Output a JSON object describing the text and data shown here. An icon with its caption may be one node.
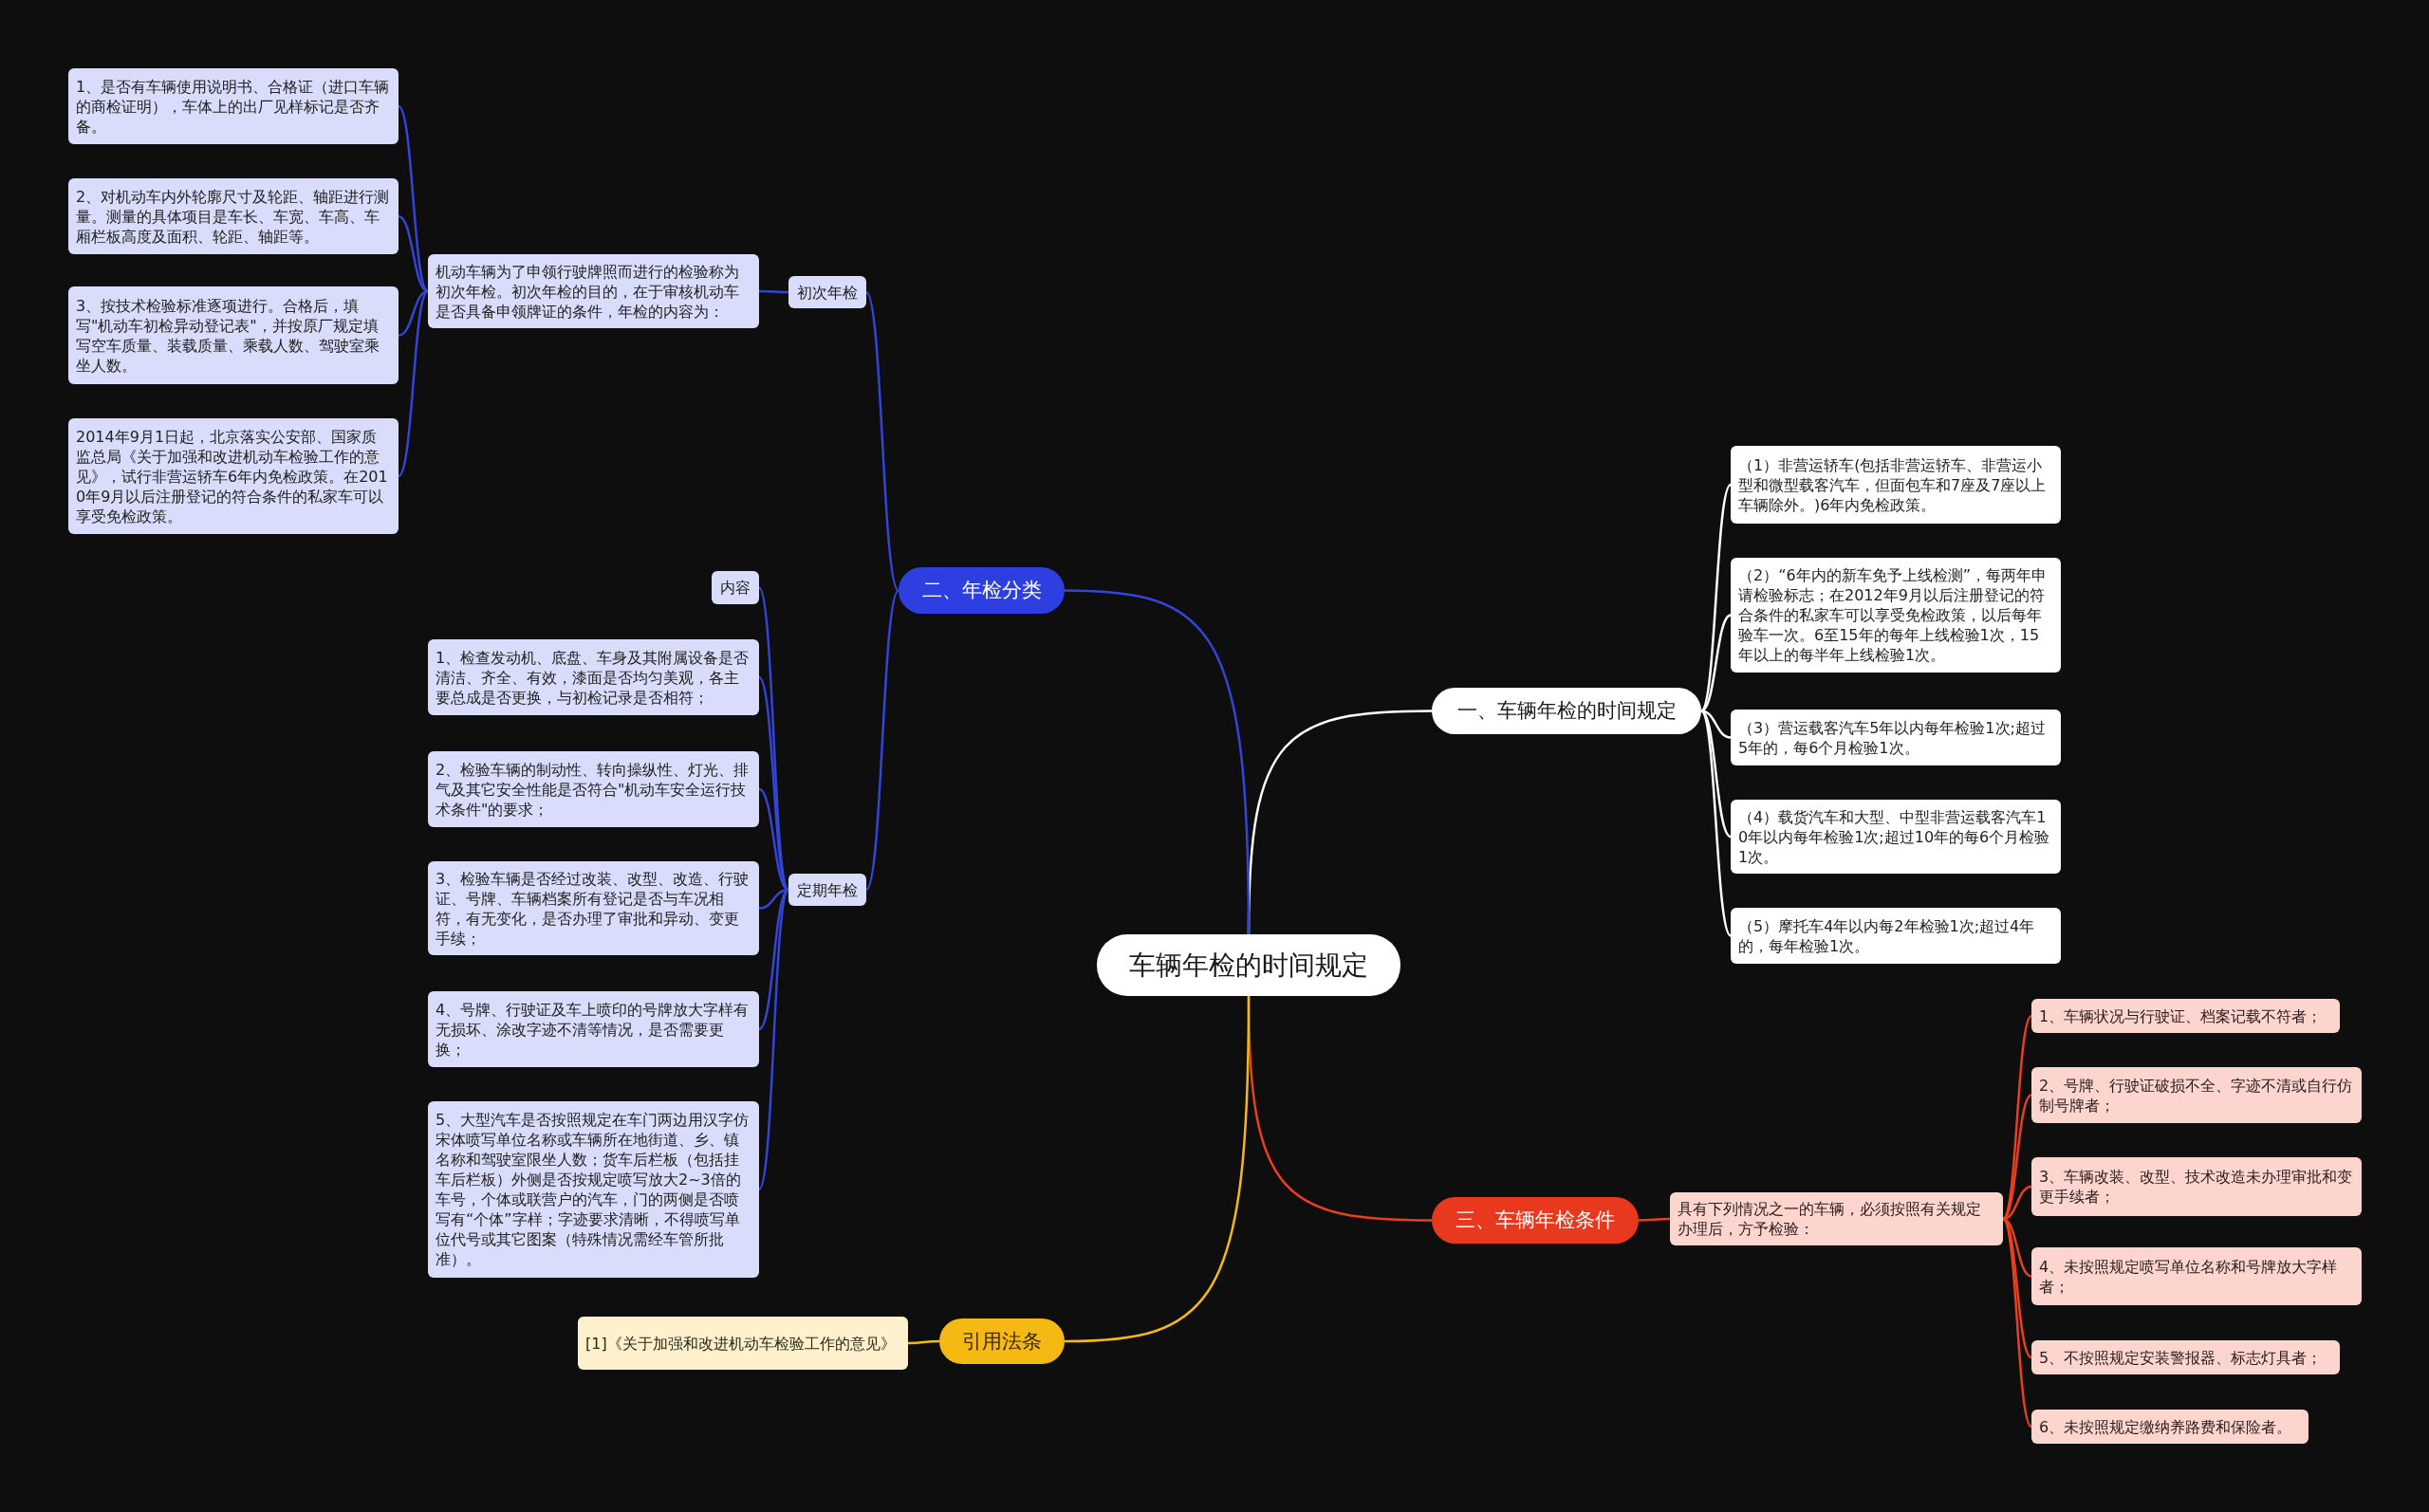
{
  "diagram": {
    "nodes": [
      {
        "text": [
          "车辆年检的时间规定"
        ]
      },
      {
        "text": [
          "一、车辆年检的时间规定"
        ]
      },
      {
        "text": [
          "（1）非营运轿车(包括非营运轿车、非营运小型和微型载客汽车，但面包车和7座及7座以上车辆除外。)6年内免检政策。"
        ]
      },
      {
        "text": [
          "（2）“6年内的新车免予上线检测”，每两年申请检验标志；在2012年9月以后注册登记的符合条件的私家车可以享受免检政策，以后每年验车一次。6至15年的每年上线检验1次，15年以上的每半年上线检验1次。"
        ]
      },
      {
        "text": [
          "（3）营运载客汽车5年以内每年检验1次;超过5年的，每6个月检验1次。"
        ]
      },
      {
        "text": [
          "（4）载货汽车和大型、中型非营运载客汽车10年以内每年检验1次;超过10年的每6个月检验1次。"
        ]
      },
      {
        "text": [
          "（5）摩托车4年以内每2年检验1次;超过4年的，每年检验1次。"
        ]
      },
      {
        "text": [
          "二、年检分类"
        ]
      },
      {
        "text": [
          "初次年检"
        ]
      },
      {
        "text": [
          "机动车辆为了申领行驶牌照而进行的检验称为初次年检。初次年检的目的，在于审核机动车是否具备申领牌证的条件，年检的内容为："
        ]
      },
      {
        "text": [
          "1、是否有车辆使用说明书、合格证（进口车辆的商检证明），车体上的出厂见样标记是否齐备。"
        ]
      },
      {
        "text": [
          "2、对机动车内外轮廓尺寸及轮距、轴距进行测量。测量的具体项目是车长、车宽、车高、车厢栏板高度及面积、轮距、轴距等。"
        ]
      },
      {
        "text": [
          "3、按技术检验标准逐项进行。合格后，填写\"机动车初检异动登记表\"，并按原厂规定填写空车质量、装载质量、乘载人数、驾驶室乘坐人数。"
        ]
      },
      {
        "text": [
          "2014年9月1日起，北京落实公安部、国家质监总局《关于加强和改进机动车检验工作的意见》，试行非营运轿车6年内免检政策。在2010年9月以后注册登记的符合条件的私家车可以享受免检政策。"
        ]
      },
      {
        "text": [
          "定期年检"
        ]
      },
      {
        "text": [
          "内容"
        ]
      },
      {
        "text": [
          "1、检查发动机、底盘、车身及其附属设备是否清洁、齐全、有效，漆面是否均匀美观，各主要总成是否更换，与初检记录是否相符；"
        ]
      },
      {
        "text": [
          "2、检验车辆的制动性、转向操纵性、灯光、排气及其它安全性能是否符合\"机动车安全运行技术条件\"的要求；"
        ]
      },
      {
        "text": [
          "3、检验车辆是否经过改装、改型、改造、行驶证、号牌、车辆档案所有登记是否与车况相符，有无变化，是否办理了审批和异动、变更手续；"
        ]
      },
      {
        "text": [
          "4、号牌、行驶证及车上喷印的号牌放大字样有无损坏、涂改字迹不清等情况，是否需要更换；"
        ]
      },
      {
        "text": [
          "5、大型汽车是否按照规定在车门两边用汉字仿宋体喷写单位名称或车辆所在地街道、乡、镇名称和驾驶室限坐人数；货车后栏板（包括挂车后栏板）外侧是否按规定喷写放大2~3倍的车号，个体或联营户的汽车，门的两侧是否喷写有“个体”字样；字迹要求清晰，不得喷写单位代号或其它图案（特殊情况需经车管所批准）。"
        ]
      },
      {
        "text": [
          "三、车辆年检条件"
        ]
      },
      {
        "text": [
          "具有下列情况之一的车辆，必须按照有关规定办理后，方予检验："
        ]
      },
      {
        "text": [
          "1、车辆状况与行驶证、档案记载不符者；"
        ]
      },
      {
        "text": [
          "2、号牌、行驶证破损不全、字迹不清或自行仿制号牌者；"
        ]
      },
      {
        "text": [
          "3、车辆改装、改型、技术改造未办理审批和变更手续者；"
        ]
      },
      {
        "text": [
          "4、未按照规定喷写单位名称和号牌放大字样者；"
        ]
      },
      {
        "text": [
          "5、不按照规定安装警报器、标志灯具者；"
        ]
      },
      {
        "text": [
          "6、未按照规定缴纳养路费和保险者。"
        ]
      },
      {
        "text": [
          "引用法条"
        ]
      },
      {
        "text": [
          "[1]《关于加强和改进机动车检验工作的意见》"
        ]
      }
    ],
    "edges": [
      {
        "from": 0,
        "to": 1,
        "arrow": "none",
        "color": "#ffffff"
      },
      {
        "from": 1,
        "to": 2,
        "arrow": "none",
        "color": "#ffffff"
      },
      {
        "from": 1,
        "to": 3,
        "arrow": "none",
        "color": "#ffffff"
      },
      {
        "from": 1,
        "to": 4,
        "arrow": "none",
        "color": "#ffffff"
      },
      {
        "from": 1,
        "to": 5,
        "arrow": "none",
        "color": "#ffffff"
      },
      {
        "from": 1,
        "to": 6,
        "arrow": "none",
        "color": "#ffffff"
      },
      {
        "from": 0,
        "to": 7,
        "arrow": "none"
      },
      {
        "from": 7,
        "to": 8,
        "arrow": "none"
      },
      {
        "from": 8,
        "to": 9,
        "arrow": "none"
      },
      {
        "from": 9,
        "to": 10,
        "arrow": "none"
      },
      {
        "from": 9,
        "to": 11,
        "arrow": "none"
      },
      {
        "from": 9,
        "to": 12,
        "arrow": "none"
      },
      {
        "from": 9,
        "to": 13,
        "arrow": "none"
      },
      {
        "from": 7,
        "to": 14,
        "arrow": "none"
      },
      {
        "from": 14,
        "to": 15,
        "arrow": "none"
      },
      {
        "from": 14,
        "to": 16,
        "arrow": "none"
      },
      {
        "from": 14,
        "to": 17,
        "arrow": "none"
      },
      {
        "from": 14,
        "to": 18,
        "arrow": "none"
      },
      {
        "from": 14,
        "to": 19,
        "arrow": "none"
      },
      {
        "from": 14,
        "to": 20,
        "arrow": "none"
      },
      {
        "from": 0,
        "to": 21,
        "arrow": "none",
        "color": "#e8401f"
      },
      {
        "from": 21,
        "to": 22,
        "arrow": "none",
        "color": "#e8401f"
      },
      {
        "from": 22,
        "to": 23,
        "arrow": "none",
        "color": "#e8401f"
      },
      {
        "from": 22,
        "to": 24,
        "arrow": "none",
        "color": "#e8401f"
      },
      {
        "from": 22,
        "to": 25,
        "arrow": "none",
        "color": "#e8401f"
      },
      {
        "from": 22,
        "to": 26,
        "arrow": "none",
        "color": "#e8401f"
      },
      {
        "from": 22,
        "to": 27,
        "arrow": "none",
        "color": "#e8401f"
      },
      {
        "from": 22,
        "to": 28,
        "arrow": "none",
        "color": "#e8401f"
      },
      {
        "from": 0,
        "to": 29,
        "arrow": "none",
        "color": "#f4ba13"
      },
      {
        "from": 29,
        "to": 30,
        "arrow": "none",
        "color": "#f4ba13"
      }
    ]
  }
}
